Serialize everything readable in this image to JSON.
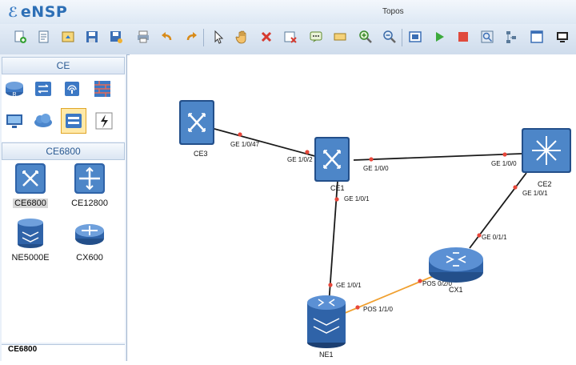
{
  "app": {
    "name": "eNSP",
    "window_title": "Topos"
  },
  "toolbar": {
    "buttons": [
      {
        "name": "new-topo-icon"
      },
      {
        "name": "new-example-icon"
      },
      {
        "name": "open-icon"
      },
      {
        "name": "save-icon"
      },
      {
        "name": "save-as-icon"
      },
      {
        "name": "print-icon"
      },
      {
        "name": "undo-icon"
      },
      {
        "name": "redo-icon"
      },
      {
        "name": "select-icon"
      },
      {
        "name": "hand-icon"
      },
      {
        "name": "delete-icon"
      },
      {
        "name": "delete-link-icon"
      },
      {
        "name": "text-icon"
      },
      {
        "name": "rectangle-icon"
      },
      {
        "name": "zoom-in-icon"
      },
      {
        "name": "zoom-out-icon"
      },
      {
        "name": "terminal-icon"
      },
      {
        "name": "start-icon"
      },
      {
        "name": "stop-icon"
      },
      {
        "name": "capture-icon"
      },
      {
        "name": "topology-icon"
      },
      {
        "name": "panel-icon"
      },
      {
        "name": "screen-icon"
      }
    ]
  },
  "sidebar": {
    "section1_title": "CE",
    "palette": [
      {
        "name": "router-category-icon"
      },
      {
        "name": "switch-category-icon"
      },
      {
        "name": "wlan-category-icon"
      },
      {
        "name": "firewall-category-icon"
      },
      {
        "name": "pc-category-icon"
      },
      {
        "name": "cloud-category-icon"
      },
      {
        "name": "ce-category-icon",
        "selected": true
      },
      {
        "name": "link-category-icon"
      }
    ],
    "section2_title": "CE6800",
    "devices": [
      {
        "label": "CE6800",
        "selected": true
      },
      {
        "label": "CE12800"
      },
      {
        "label": "NE5000E"
      },
      {
        "label": "CX600"
      }
    ],
    "bottom_text": "CE6800"
  },
  "topology": {
    "devices": [
      {
        "id": "CE3",
        "label": "CE3",
        "kind": "ce-switch"
      },
      {
        "id": "CE1",
        "label": "CE1",
        "kind": "ce-switch"
      },
      {
        "id": "CE2",
        "label": "CE2",
        "kind": "ce-core-switch"
      },
      {
        "id": "CX1",
        "label": "CX1",
        "kind": "router"
      },
      {
        "id": "NE1",
        "label": "NE1",
        "kind": "ne-router"
      }
    ],
    "links": [
      {
        "from": "CE3",
        "to": "CE1",
        "from_port": "GE 1/0/47",
        "to_port": "GE 1/0/2",
        "type": "ethernet"
      },
      {
        "from": "CE1",
        "to": "CE2",
        "from_port": "GE 1/0/0",
        "to_port": "GE 1/0/0",
        "type": "ethernet"
      },
      {
        "from": "CE1",
        "to": "NE1",
        "from_port": "GE 1/0/1",
        "to_port": "GE 1/0/1",
        "type": "ethernet"
      },
      {
        "from": "CE2",
        "to": "CX1",
        "from_port": "GE 1/0/1",
        "to_port": "GE 0/1/1",
        "type": "ethernet"
      },
      {
        "from": "CX1",
        "to": "NE1",
        "from_port": "POS 0/2/0",
        "to_port": "POS 1/1/0",
        "type": "pos"
      }
    ]
  },
  "colors": {
    "ethernet_link": "#1a1a1a",
    "pos_link": "#f0a030",
    "port_dot": "#e8473a",
    "device_blue": "#2f63a8"
  }
}
